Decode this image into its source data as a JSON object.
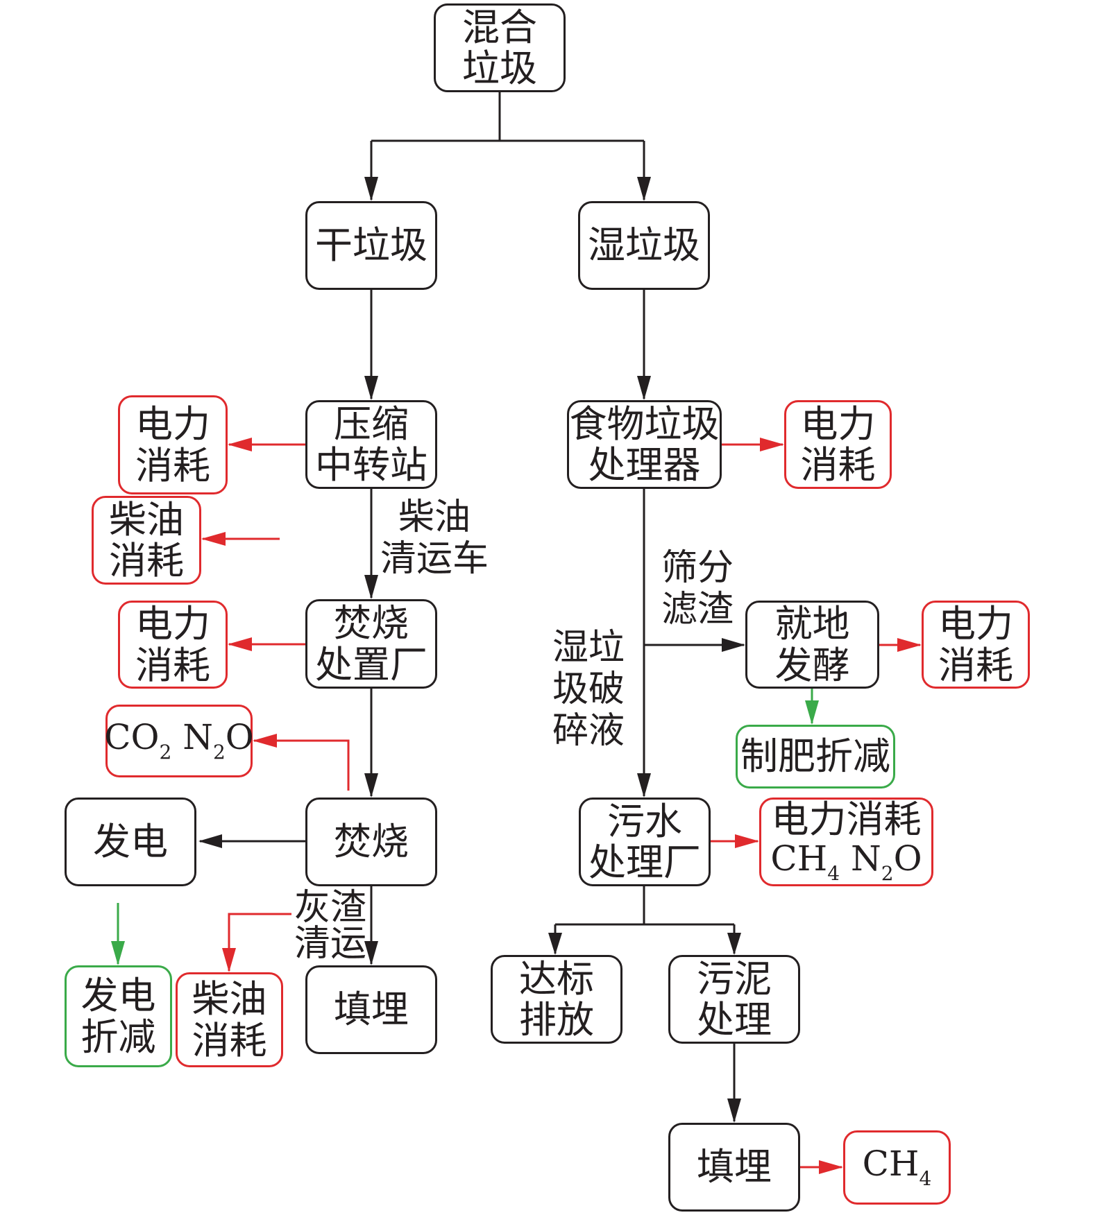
{
  "colors": {
    "process": "#231f20",
    "emission": "#e02a2d",
    "offset": "#3aaa49"
  },
  "nodes": {
    "mixed_waste": [
      "混合",
      "垃圾"
    ],
    "dry_waste": "干垃圾",
    "wet_waste": "湿垃圾",
    "transfer_station": [
      "压缩",
      "中转站"
    ],
    "food_processor": [
      "食物垃圾",
      "处理器"
    ],
    "incineration_plant": [
      "焚烧",
      "处置厂"
    ],
    "local_fermentation": [
      "就地",
      "发酵"
    ],
    "incineration": "焚烧",
    "power_generation": "发电",
    "landfill_left": "填埋",
    "sewage_plant": [
      "污水",
      "处理厂"
    ],
    "discharge": [
      "达标",
      "排放"
    ],
    "sludge": [
      "污泥",
      "处理"
    ],
    "landfill_right": "填埋"
  },
  "emissions": {
    "power_1": [
      "电力",
      "消耗"
    ],
    "diesel_1": [
      "柴油",
      "消耗"
    ],
    "power_2": [
      "电力",
      "消耗"
    ],
    "incin_gas": {
      "a": "CO",
      "a_sub": "2",
      "b": "N",
      "b_sub": "2",
      "b_tail": "O"
    },
    "power_food": [
      "电力",
      "消耗"
    ],
    "power_ferm": [
      "电力",
      "消耗"
    ],
    "sewage_em": {
      "line1": "电力消耗",
      "a": "CH",
      "a_sub": "4",
      "b": "N",
      "b_sub": "2",
      "b_tail": "O"
    },
    "diesel_2": [
      "柴油",
      "消耗"
    ],
    "ch4": {
      "a": "CH",
      "a_sub": "4"
    }
  },
  "offsets": {
    "fertilizer": "制肥折减",
    "power_offset": [
      "发电",
      "折减"
    ]
  },
  "edge_labels": {
    "diesel_truck": [
      "柴油",
      "清运车"
    ],
    "screen_residue": [
      "筛分",
      "滤渣"
    ],
    "wet_liquid": [
      "湿垃",
      "圾破",
      "碎液"
    ],
    "ash_transport": [
      "灰渣",
      "清运"
    ]
  }
}
